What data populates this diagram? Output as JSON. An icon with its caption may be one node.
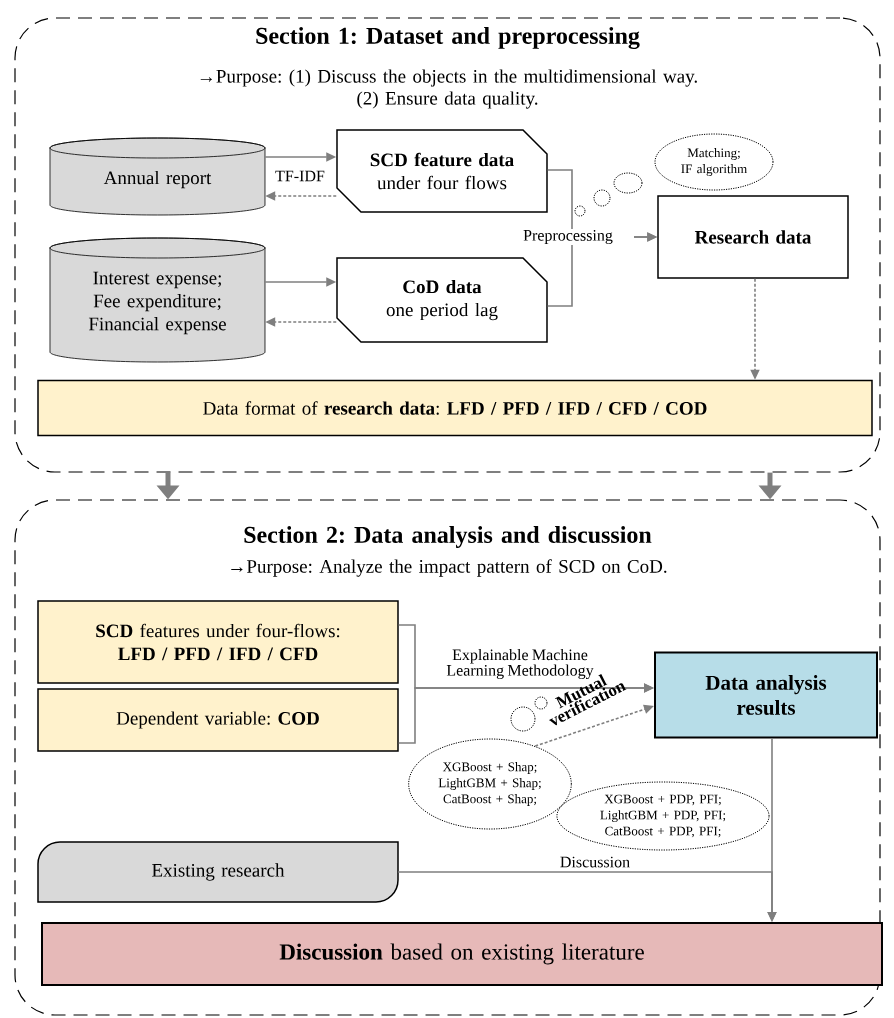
{
  "diagram": {
    "nodes": [
      {
        "text": [
          "Section 1: Dataset and preprocessing",
          "→Purpose: (1) Discuss the objects in the multidimensional way.",
          "(2) Ensure data quality."
        ]
      },
      {
        "text": [
          "Annual report"
        ],
        "in": 0
      },
      {
        "text": [
          "SCD feature data",
          "under four flows"
        ],
        "in": 0
      },
      {
        "text": [
          "Interest expense; Fee expenditure; Financial expense"
        ],
        "in": 0
      },
      {
        "text": [
          "CoD data",
          "one period lag"
        ],
        "in": 0
      },
      {
        "text": [
          "Matching; IF algorithm"
        ],
        "in": 0
      },
      {
        "text": [
          "Research data"
        ],
        "in": 0
      },
      {
        "text": [
          "Data format of **research data**: **LFD / PFD / IFD / CFD / COD**"
        ],
        "in": 0
      },
      {
        "text": [
          "Section 2: Data analysis and discussion",
          "→Purpose: Analyze the impact pattern of SCD on CoD."
        ]
      },
      {
        "text": [
          "**SCD** features under four-flows: **LFD / PFD / IFD / CFD**"
        ],
        "in": 8
      },
      {
        "text": [
          "Dependent variable: **COD**"
        ],
        "in": 8
      },
      {
        "text": [
          "Data analysis results"
        ],
        "in": 8
      },
      {
        "text": [
          "XGBoost + Shap; LightGBM + Shap; CatBoost + Shap;"
        ],
        "in": 8
      },
      {
        "text": [
          "XGBoost + PDP, PFI; LightGBM + PDP, PFI; CatBoost + PDP, PFI;"
        ],
        "in": 8
      },
      {
        "text": [
          "Existing research"
        ],
        "in": 8
      },
      {
        "text": [
          "**Discussion** based on existing literature"
        ],
        "in": 8
      }
    ],
    "edges": [
      {
        "from": 1,
        "to": 2,
        "arrow": "to",
        "label": "TF-IDF"
      },
      {
        "from": 2,
        "to": 1,
        "arrow": "to",
        "style": "dashed"
      },
      {
        "from": 3,
        "to": 4,
        "arrow": "to"
      },
      {
        "from": 4,
        "to": 3,
        "arrow": "to",
        "style": "dashed"
      },
      {
        "from": 2,
        "to": 6,
        "arrow": "to",
        "label": "Preprocessing"
      },
      {
        "from": 4,
        "to": 6,
        "arrow": "to"
      },
      {
        "from": 6,
        "to": 7,
        "arrow": "to",
        "style": "dashed"
      },
      {
        "from": 0,
        "to": 8,
        "arrow": "to",
        "style": "thick"
      },
      {
        "from": 0,
        "to": 8,
        "arrow": "to",
        "style": "thick"
      },
      {
        "from": 9,
        "to": 11,
        "arrow": "to",
        "label": "Explainable Machine Learning Methodology"
      },
      {
        "from": 10,
        "to": 11,
        "arrow": "to"
      },
      {
        "from": 12,
        "to": 11,
        "arrow": "to",
        "style": "dashed",
        "label": "Mutual verification"
      },
      {
        "from": 11,
        "to": 15,
        "arrow": "to"
      },
      {
        "from": 14,
        "to": 15,
        "arrow": "to",
        "label": "Discussion"
      }
    ]
  }
}
